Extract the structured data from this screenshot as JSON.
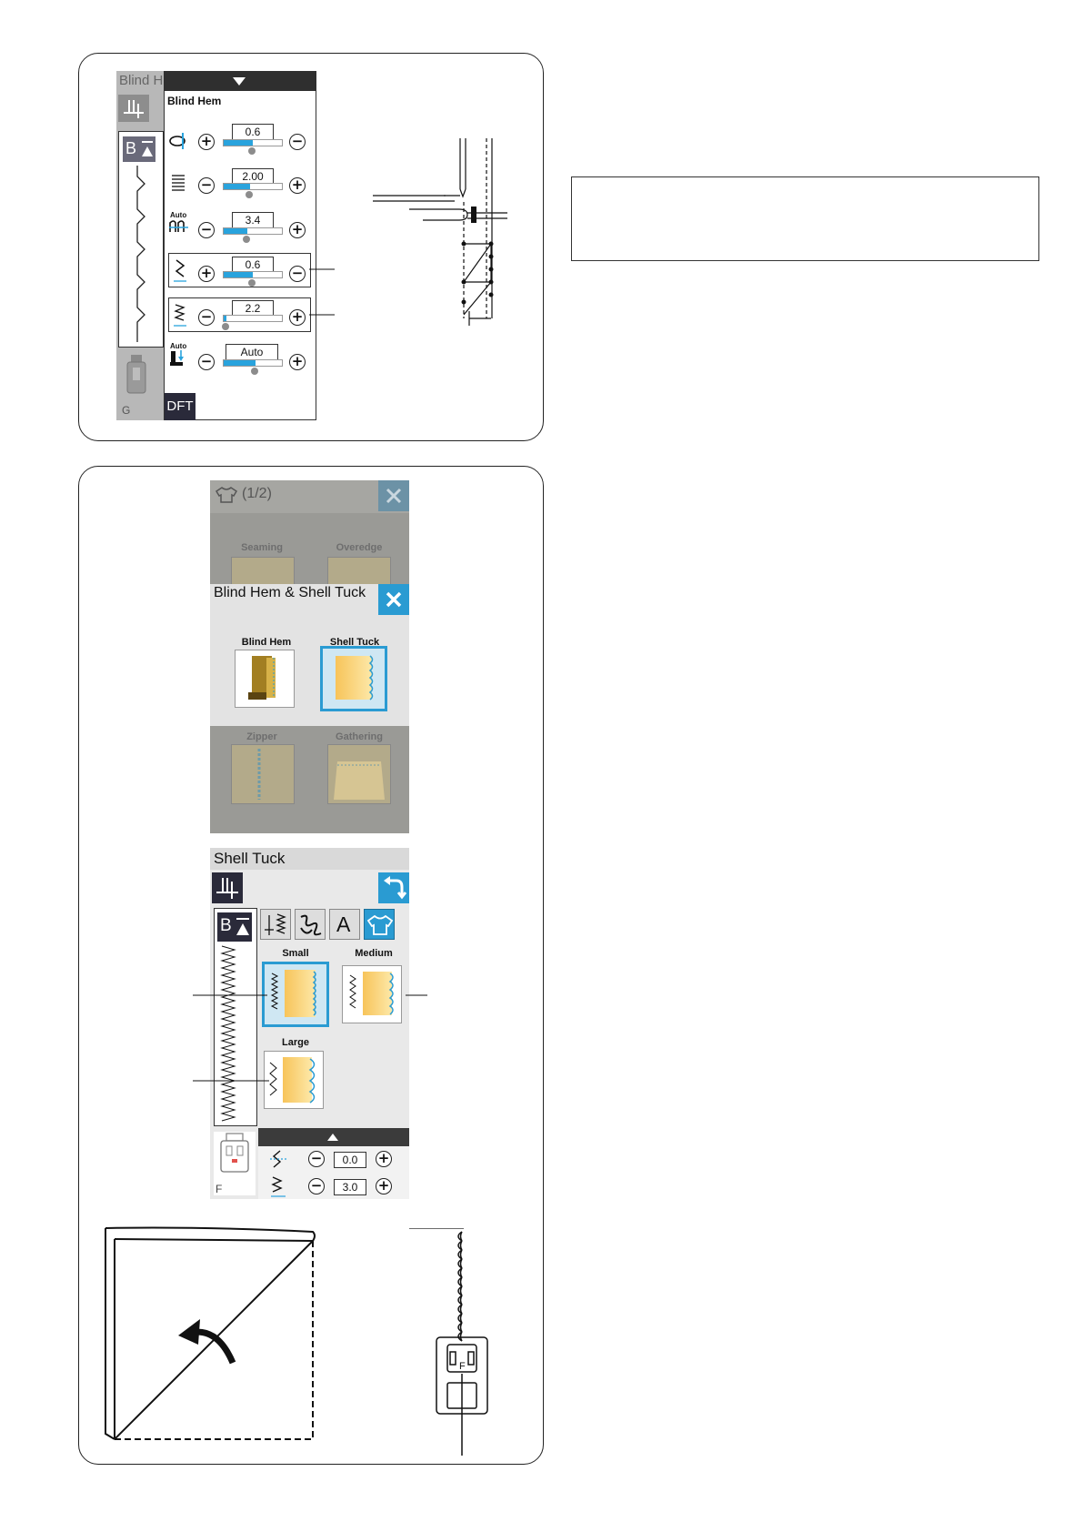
{
  "panel1": {
    "title_partial": "Blind H",
    "overlay_title": "Blind Hem",
    "auto_label": "Auto",
    "controls": [
      {
        "value": "0.6",
        "level": 0.5,
        "icon": "needle-position-icon"
      },
      {
        "value": "2.00",
        "level": 0.45,
        "icon": "stitch-length-icon"
      },
      {
        "value": "3.4",
        "level": 0.4,
        "icon": "thread-tension-icon"
      },
      {
        "value": "0.6",
        "level": 0.5,
        "icon": "bite-width-icon"
      },
      {
        "value": "2.2",
        "level": 0.05,
        "icon": "stitch-spacing-icon"
      },
      {
        "value": "Auto",
        "level": 0.55,
        "icon": "foot-pressure-icon"
      }
    ],
    "dft_label": "DFT",
    "foot_letter": "G",
    "mode_label": "B"
  },
  "panel2": {
    "menu1_title": "(1/2)",
    "menu1_items": [
      "Seaming",
      "Overedge",
      "Zipper",
      "Gathering"
    ],
    "popup_title": "Blind Hem & Shell Tuck",
    "popup_items": [
      {
        "label": "Blind Hem",
        "selected": false
      },
      {
        "label": "Shell Tuck",
        "selected": true
      }
    ],
    "screen2_title": "Shell Tuck",
    "mode_label": "B",
    "tab_a_label": "A",
    "sizes": [
      {
        "label": "Small",
        "selected": true
      },
      {
        "label": "Medium",
        "selected": false
      },
      {
        "label": "Large",
        "selected": false
      }
    ],
    "foot_letter": "F",
    "settings": [
      {
        "value": "0.0",
        "icon": "stitch-width-icon"
      },
      {
        "value": "3.0",
        "icon": "stitch-length-icon"
      }
    ],
    "presser_foot_letter": "F"
  },
  "colors": {
    "accent": "#2a9bd2",
    "dark": "#2a2a3a",
    "header": "#d9d9d9",
    "slider": "#29a3dd"
  }
}
